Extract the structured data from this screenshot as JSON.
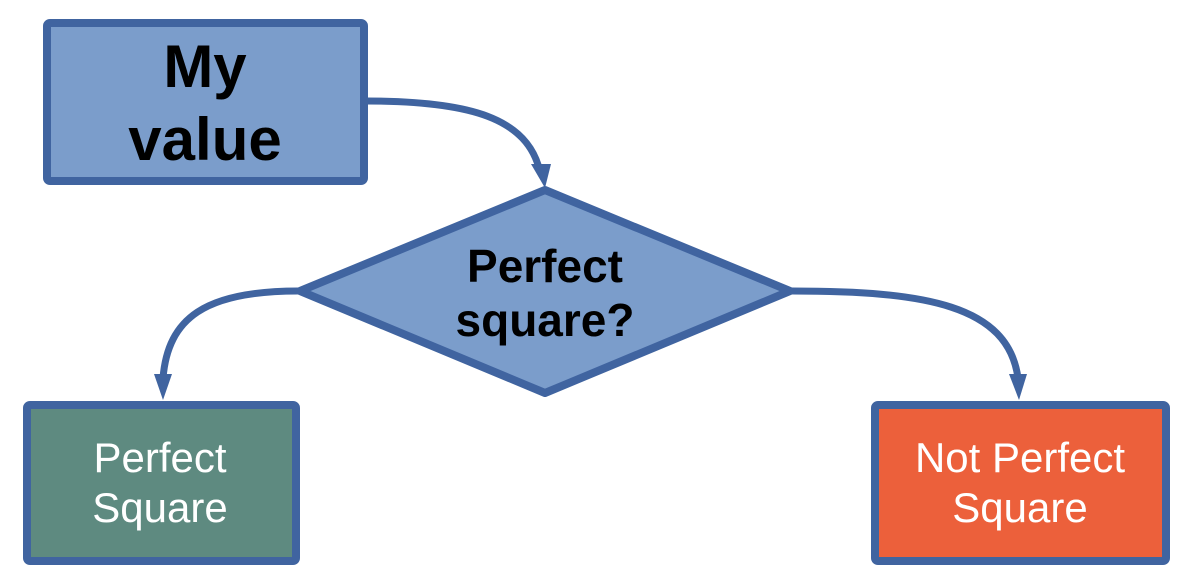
{
  "nodes": {
    "start": {
      "lines": [
        "My",
        "value"
      ]
    },
    "decision": {
      "lines": [
        "Perfect",
        "square?"
      ]
    },
    "yes": {
      "lines": [
        "Perfect",
        "Square"
      ]
    },
    "no": {
      "lines": [
        "Not Perfect",
        "Square"
      ]
    }
  },
  "colors": {
    "stroke": "#4064a0",
    "blue_fill": "#7b9dcb",
    "green_fill": "#5e8a80",
    "orange_fill": "#ec603b"
  }
}
